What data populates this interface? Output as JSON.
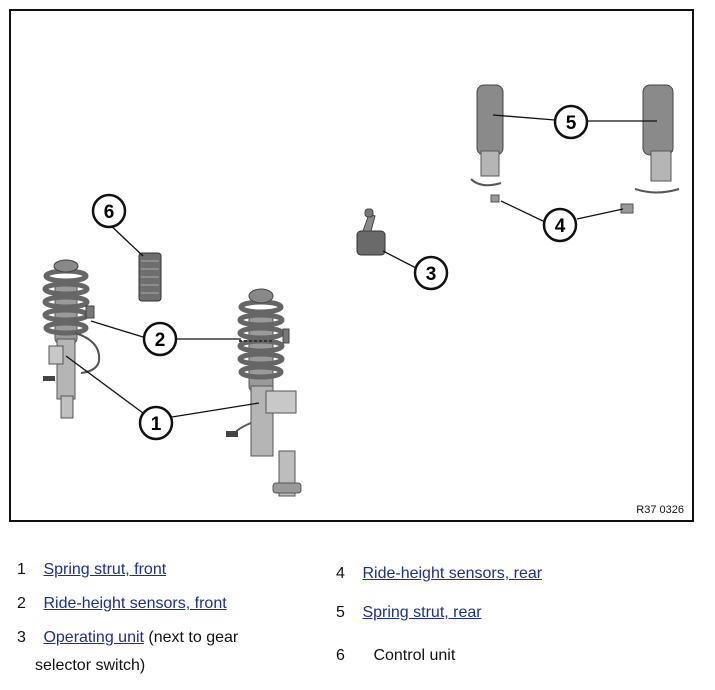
{
  "figure": {
    "code": "R37 0326",
    "callouts": [
      "1",
      "2",
      "3",
      "4",
      "5",
      "6"
    ]
  },
  "legend": [
    {
      "num": "1",
      "link": "Spring strut, front",
      "suffix": "",
      "cont": ""
    },
    {
      "num": "2",
      "link": "Ride-height sensors, front",
      "suffix": "",
      "cont": ""
    },
    {
      "num": "3",
      "link": "Operating unit",
      "suffix": " (next to gear",
      "cont": "selector switch)"
    },
    {
      "num": "4",
      "link": "Ride-height sensors, rear",
      "suffix": "",
      "cont": ""
    },
    {
      "num": "5",
      "link": "Spring strut, rear",
      "suffix": "",
      "cont": ""
    },
    {
      "num": "6",
      "text": "Control unit"
    }
  ],
  "colors": {
    "link": "#1a2f8f",
    "border": "#111111"
  }
}
